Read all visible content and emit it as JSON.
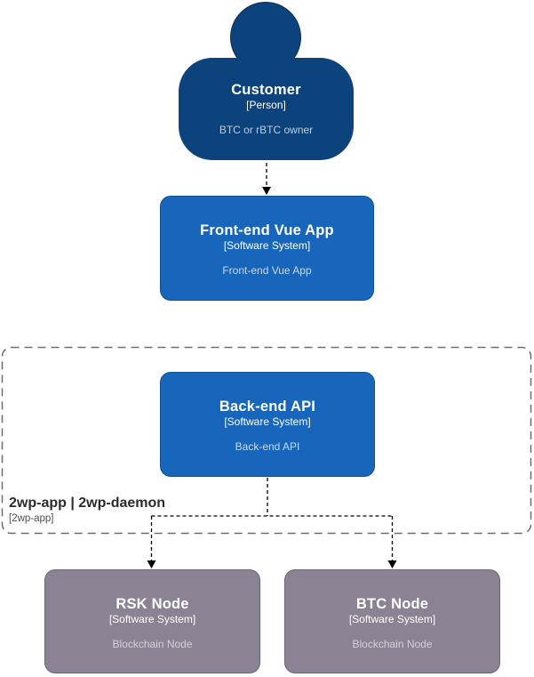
{
  "person": {
    "name": "Customer",
    "type": "[Person]",
    "description": "BTC or rBTC owner"
  },
  "systems": {
    "frontend": {
      "name": "Front-end Vue App",
      "type": "[Software System]",
      "description": "Front-end Vue App"
    },
    "backend": {
      "name": "Back-end API",
      "type": "[Software System]",
      "description": "Back-end API"
    }
  },
  "boundary": {
    "title": "2wp-app | 2wp-daemon",
    "subtitle": "[2wp-app]"
  },
  "external_systems": {
    "rsk": {
      "name": "RSK Node",
      "type": "[Software System]",
      "description": "Blockchain Node"
    },
    "btc": {
      "name": "BTC Node",
      "type": "[Software System]",
      "description": "Blockchain Node"
    }
  },
  "colors": {
    "person_fill": "#0d437c",
    "system_fill": "#1766bc",
    "external_fill": "#8b8394",
    "boundary_border": "#6e6e6e",
    "connector": "#000000"
  }
}
